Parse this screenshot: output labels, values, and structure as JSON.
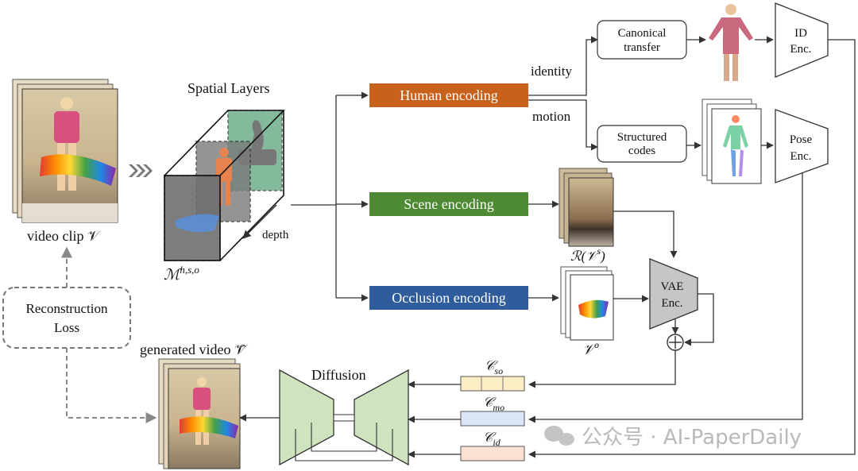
{
  "input": {
    "label": "video clip 𝒱"
  },
  "spatial": {
    "title": "Spatial Layers",
    "depth_label": "depth",
    "mask_label": "ℳ",
    "mask_sup": "h,s,o"
  },
  "encoders": {
    "human": {
      "label": "Human encoding",
      "color": "#c8611c"
    },
    "scene": {
      "label": "Scene encoding",
      "color": "#4d8a33"
    },
    "occlusion": {
      "label": "Occlusion encoding",
      "color": "#2f5c9c"
    }
  },
  "branches": {
    "identity": "identity",
    "motion": "motion"
  },
  "boxes": {
    "canonical": [
      "Canonical",
      "transfer"
    ],
    "structured": [
      "Structured",
      "codes"
    ]
  },
  "enc": {
    "id": [
      "ID",
      "Enc."
    ],
    "pose": [
      "Pose",
      "Enc."
    ],
    "vae": [
      "VAE",
      "Enc."
    ]
  },
  "outputs": {
    "scene_label": "ℛ(𝒱",
    "scene_sup": "s",
    "occ_label": "𝒱",
    "occ_sup": "o"
  },
  "codes": [
    {
      "main": "𝒞",
      "sub": "so",
      "color": "#fbeec4"
    },
    {
      "main": "𝒞",
      "sub": "mo",
      "color": "#d9e6f6"
    },
    {
      "main": "𝒞",
      "sub": "id",
      "color": "#fbe0d3"
    }
  ],
  "diffusion": {
    "label": "Diffusion",
    "color": "#cfe3bf"
  },
  "loss": {
    "lines": [
      "Reconstruction",
      "Loss"
    ]
  },
  "generated": {
    "label": "generated video 𝒱̂"
  },
  "watermark": {
    "text": "公众号 · AI-PaperDaily"
  },
  "colors": {
    "gray_layer": "#8c8c8c",
    "arrow": "#333333",
    "dashed": "#777777"
  }
}
